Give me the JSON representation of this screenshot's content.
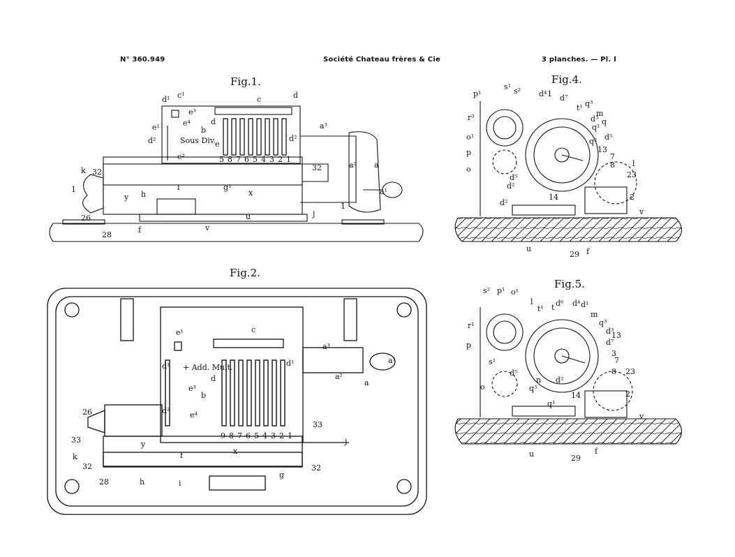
{
  "header": {
    "patent_no": "N° 360.949",
    "applicant": "Société Chateau frères & Cie",
    "sheets": "3 planches. — Pl. I"
  },
  "figures": {
    "fig1": "Fig.1.",
    "fig2": "Fig.2.",
    "fig4": "Fig.4.",
    "fig5": "Fig.5."
  },
  "fig1_labels": [
    "d¹",
    "c¹",
    "c",
    "d",
    "e³",
    "e⁴",
    "e¹",
    "b",
    "Sous Div.",
    "d²",
    "e²",
    "d",
    "e",
    "d²",
    "a³",
    "a",
    "a²",
    "a¹",
    "k",
    "32",
    "1",
    "y",
    "h",
    "i",
    "g¹",
    "x",
    "32",
    "j",
    "1",
    "26",
    "28",
    "f",
    "v",
    "u"
  ],
  "fig1_digits": [
    "5",
    "8",
    "7",
    "6",
    "5",
    "4",
    "3",
    "2",
    "1"
  ],
  "fig2_labels": [
    "e¹",
    "c",
    "a³",
    "a¹",
    "d¹",
    "d¹",
    "+ Add. Mult.",
    "d",
    "b",
    "e³",
    "e⁴",
    "d²",
    "a²",
    "a",
    "26",
    "33",
    "33",
    "k",
    "j",
    "32",
    "32",
    "28",
    "h",
    "i",
    "f",
    "g",
    "x",
    "y"
  ],
  "fig2_digits": [
    "9",
    "8",
    "7",
    "6",
    "5",
    "4",
    "3",
    "2",
    "1"
  ],
  "fig4_labels": [
    "p¹",
    "s¹",
    "s²",
    "r³",
    "o¹",
    "p",
    "o",
    "d⁴",
    "1",
    "d⁷",
    "t¹",
    "q³",
    "m",
    "d³",
    "q",
    "q¹",
    "q²",
    "d⁵",
    "13",
    "7",
    "8",
    "l",
    "23",
    "2",
    "d²",
    "d⁵",
    "d²",
    "14",
    "v",
    "u",
    "29",
    "f"
  ],
  "fig5_labels": [
    "s²",
    "p¹",
    "o¹",
    "l",
    "t¹",
    "t",
    "d⁶",
    "d⁴",
    "d¹",
    "m",
    "q³",
    "r¹",
    "p",
    "d³",
    "d⁷",
    "13",
    "3",
    "7",
    "8",
    "23",
    "2",
    "s¹",
    "o",
    "d⁵",
    "q³",
    "n",
    "d²",
    "q¹",
    "14",
    "v",
    "u",
    "29",
    "f"
  ]
}
